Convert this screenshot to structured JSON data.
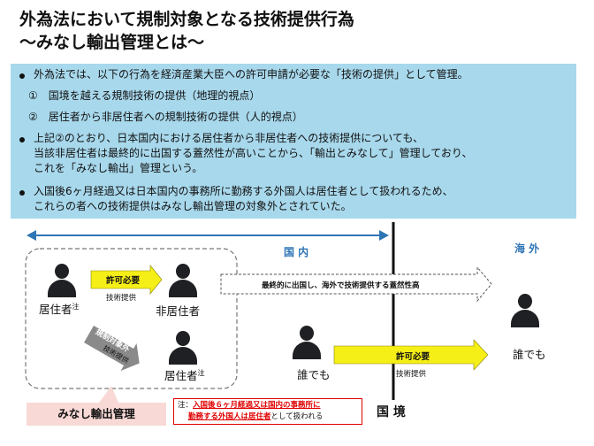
{
  "title": {
    "line1": "外為法において規制対象となる技術提供行為",
    "line2": "～みなし輸出管理とは～"
  },
  "info": {
    "b1": "外為法では、以下の行為を経済産業大臣への許可申請が必要な「技術の提供」として管理。",
    "s1": "①　国境を越える規制技術の提供（地理的視点）",
    "s2": "②　居住者から非居住者への規制技術の提供（人的視点）",
    "b2_l1": "上記②のとおり、日本国内における居住者から非居住者への技術提供についても、",
    "b2_l2": "当該非居住者は最終的に出国する蓋然性が高いことから、「輸出とみなして」管理しており、",
    "b2_l3": "これを「みなし輸出」管理という。",
    "b3_l1": "入国後6ヶ月経過又は日本国内の事務所に勤務する外国人は居住者として扱われるため、",
    "b3_l2": "これらの者への技術提供はみなし輸出管理の対象外とされていた。"
  },
  "diagram": {
    "domestic": "国 内",
    "overseas": "海 外",
    "border": "国 境",
    "resident": "居住者",
    "note_mark": "注",
    "nonresident": "非居住者",
    "anyone": "誰でも",
    "permit_required": "許可必要",
    "tech_provision": "技術提供",
    "regulated_out": "規制対象外",
    "eventual_departure": "最終的に出国し、海外で技術提供する蓋然性高",
    "minashi_label": "みなし輸出管理",
    "note_prefix": "注：",
    "note_red_1": "入国後６ヶ月経過又は国内の事務所に",
    "note_red_2": "勤務する外国人は居住者",
    "note_tail": "として扱われる"
  },
  "colors": {
    "info_bg": "#a8d8ec",
    "accent_blue": "#2e75b6",
    "arrow_yellow": "#f6ef17",
    "label_pink": "#f8d9d6",
    "note_red": "#e00000",
    "gray_arrow": "#8a8a8a"
  }
}
